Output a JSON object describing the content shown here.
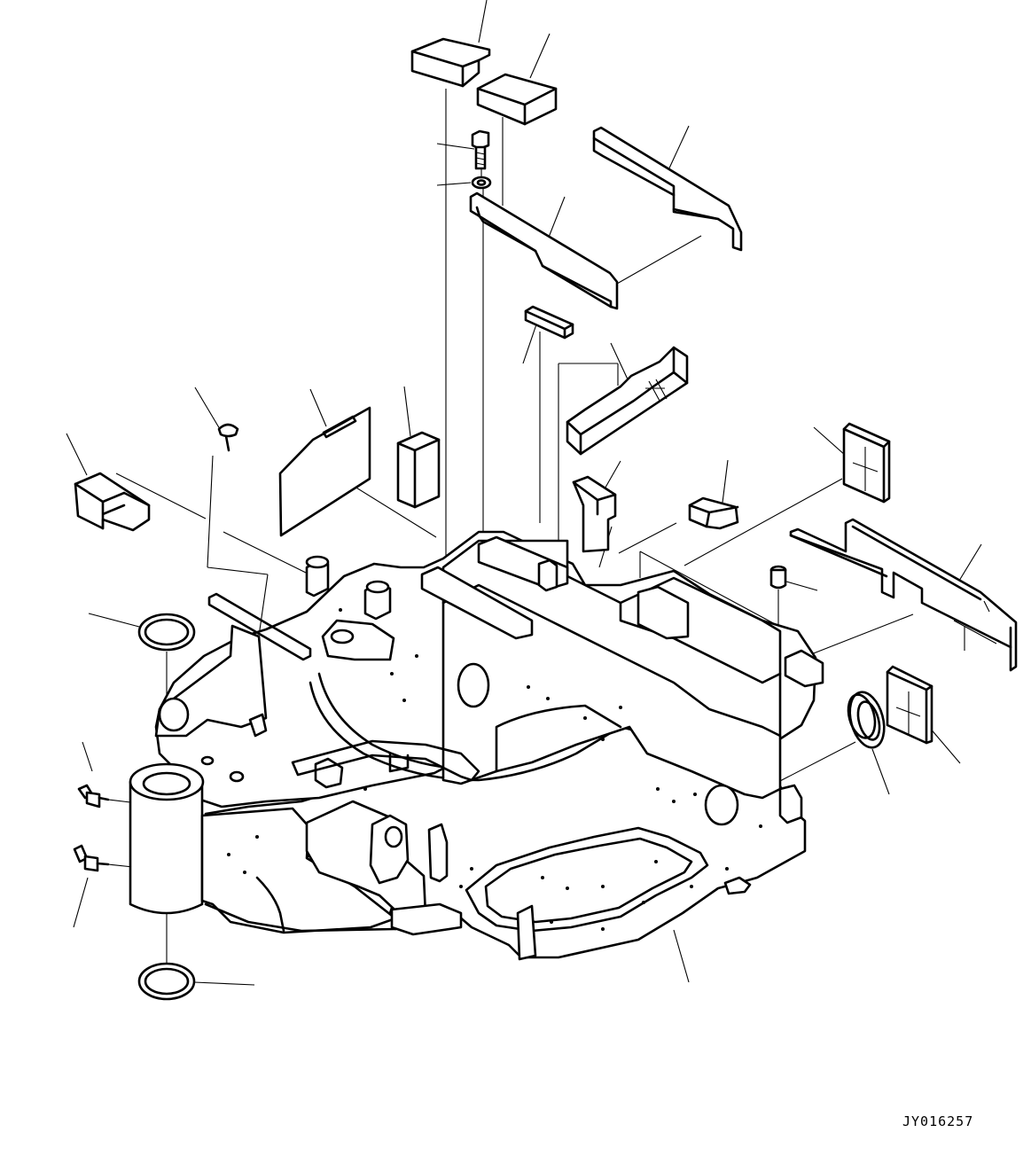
{
  "drawing": {
    "id": "JY016257"
  },
  "parts": [
    {
      "name": "counterweight-block-upper-left"
    },
    {
      "name": "counterweight-block-upper-right"
    },
    {
      "name": "bolt"
    },
    {
      "name": "washer"
    },
    {
      "name": "rear-cover-plate"
    },
    {
      "name": "top-cover-right"
    },
    {
      "name": "small-spacer"
    },
    {
      "name": "wedge-block"
    },
    {
      "name": "seal-plate-left"
    },
    {
      "name": "block-standing"
    },
    {
      "name": "clip-screw"
    },
    {
      "name": "pad-left"
    },
    {
      "name": "pad-stand"
    },
    {
      "name": "pad-small"
    },
    {
      "name": "square-pad-right"
    },
    {
      "name": "long-cover-right"
    },
    {
      "name": "cylinder-pin"
    },
    {
      "name": "o-ring-top"
    },
    {
      "name": "o-ring-bottom"
    },
    {
      "name": "seal-ring-right"
    },
    {
      "name": "square-plate-right"
    },
    {
      "name": "grease-fitting-straight"
    },
    {
      "name": "grease-fitting-angled"
    },
    {
      "name": "revolving-frame"
    }
  ]
}
